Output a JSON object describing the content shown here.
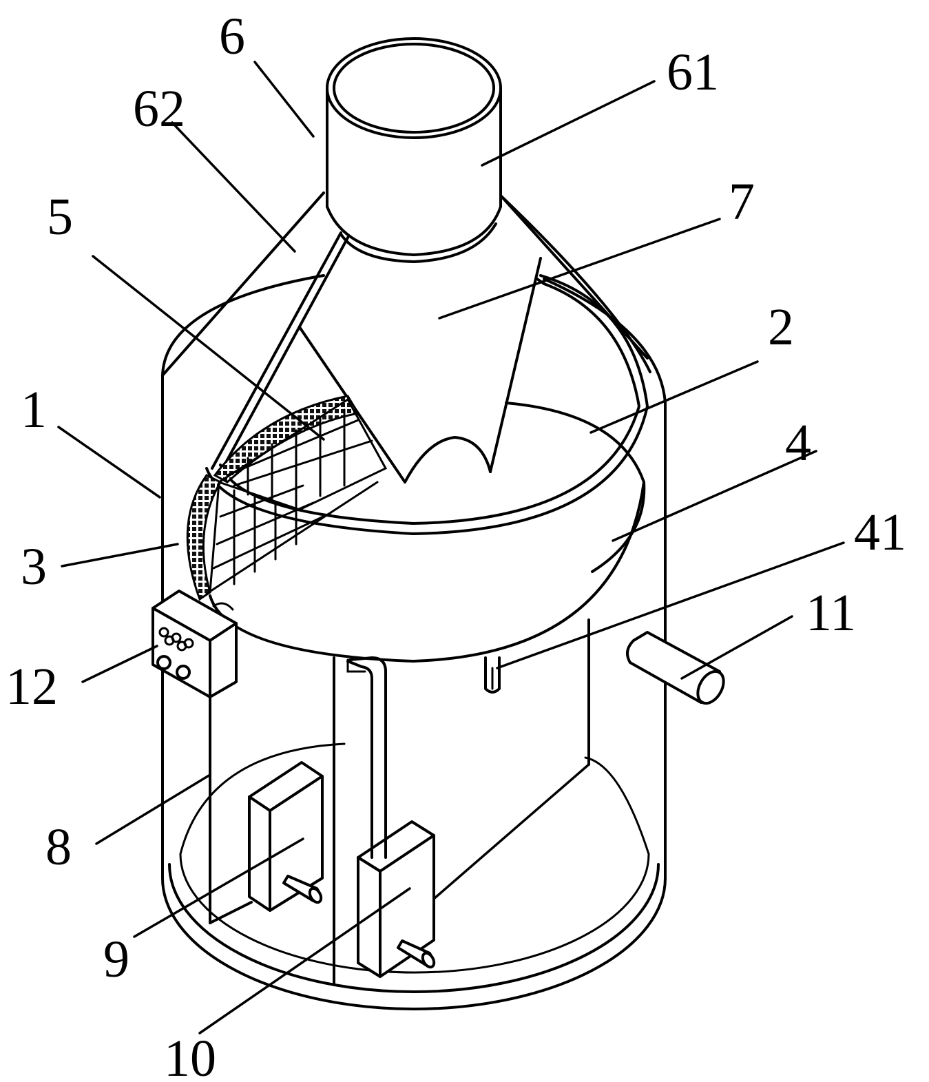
{
  "labels": {
    "l1": "1",
    "l2": "2",
    "l3": "3",
    "l4": "4",
    "l41": "41",
    "l5": "5",
    "l6": "6",
    "l61": "61",
    "l62": "62",
    "l7": "7",
    "l8": "8",
    "l9": "9",
    "l10": "10",
    "l11": "11",
    "l12": "12"
  }
}
